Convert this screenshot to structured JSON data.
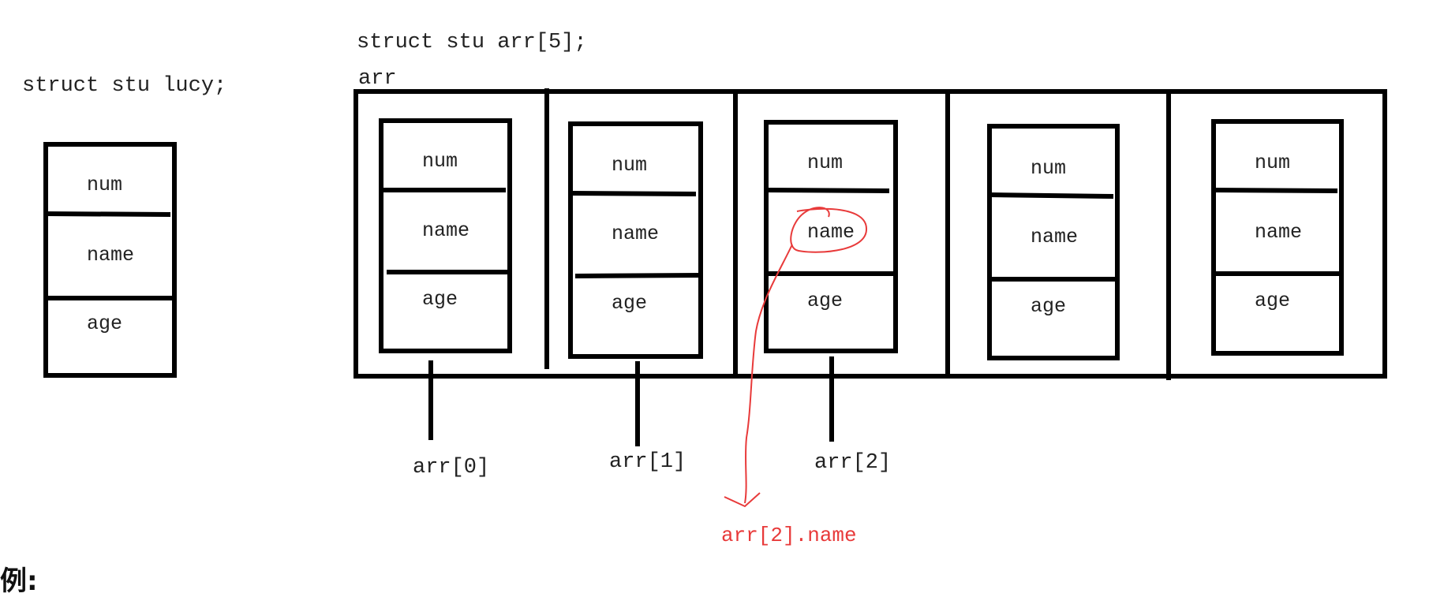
{
  "diagram": {
    "lucy_decl": "struct stu lucy;",
    "arr_decl": "struct stu arr[5];",
    "arr_label": "arr",
    "fields": [
      "num",
      "name",
      "age"
    ],
    "index_labels": [
      "arr[0]",
      "arr[1]",
      "arr[2]"
    ],
    "highlight_label": "arr[2].name",
    "footer_text": "例:",
    "colors": {
      "ink": "#000000",
      "annotation": "#e83a3a"
    }
  }
}
